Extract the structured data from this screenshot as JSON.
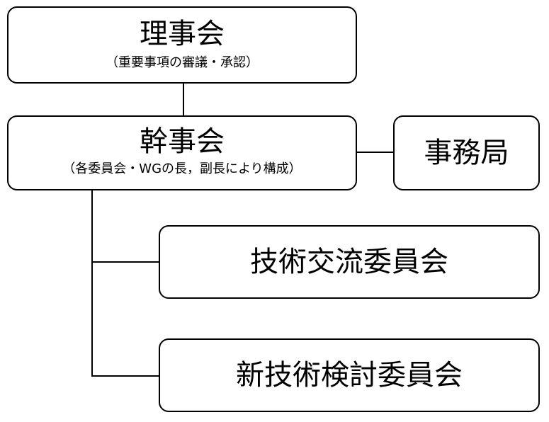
{
  "nodes": {
    "rijikai": {
      "title": "理事会",
      "subtitle": "（重要事項の審議・承認）"
    },
    "kanjikai": {
      "title": "幹事会",
      "subtitle": "（各委員会・WGの長，副長により構成）"
    },
    "jimukyoku": {
      "title": "事務局"
    },
    "gijutsu_koryu": {
      "title": "技術交流委員会"
    },
    "shingijutsu_kento": {
      "title": "新技術検討委員会"
    }
  },
  "connections": [
    {
      "from": "理事会",
      "to": "幹事会"
    },
    {
      "from": "幹事会",
      "to": "事務局"
    },
    {
      "from": "幹事会",
      "to": "技術交流委員会"
    },
    {
      "from": "幹事会",
      "to": "新技術検討委員会"
    }
  ]
}
